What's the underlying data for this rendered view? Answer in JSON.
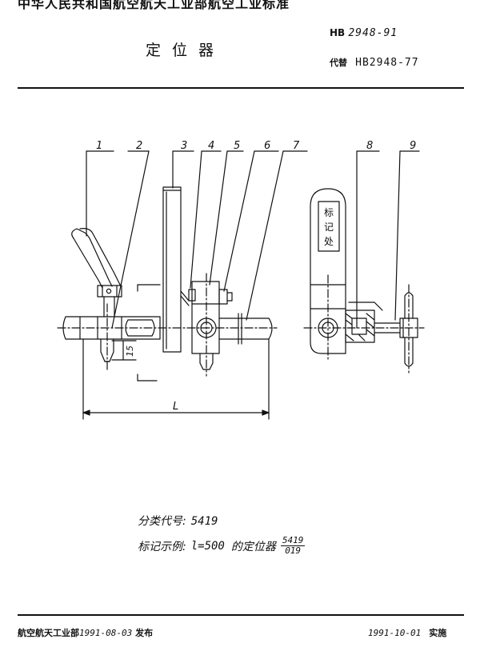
{
  "header": {
    "org_title": "中华人民共和国航空航天工业部航空工业标准",
    "std_prefix": "HB",
    "std_number": "2948-91",
    "doc_title": "定位器",
    "replaces_label": "代替",
    "replaces_value": "HB2948-77"
  },
  "drawing": {
    "callouts": [
      "1",
      "2",
      "3",
      "4",
      "5",
      "6",
      "7",
      "8",
      "9"
    ],
    "dim_length": "L",
    "dim_15": "15",
    "plate_text": [
      "标",
      "记",
      "处"
    ]
  },
  "body": {
    "class_label": "分类代号:",
    "class_code": "5419",
    "example_label": "标记示例:",
    "example_value": "l=500",
    "example_suffix": "的定位器",
    "example_fraction_num": "5419",
    "example_fraction_den": "019"
  },
  "footer": {
    "issuer": "航空航天工业部",
    "issue_date": "1991-08-03",
    "issue_word": "发布",
    "effective_date": "1991-10-01",
    "effective_word": "实施"
  }
}
